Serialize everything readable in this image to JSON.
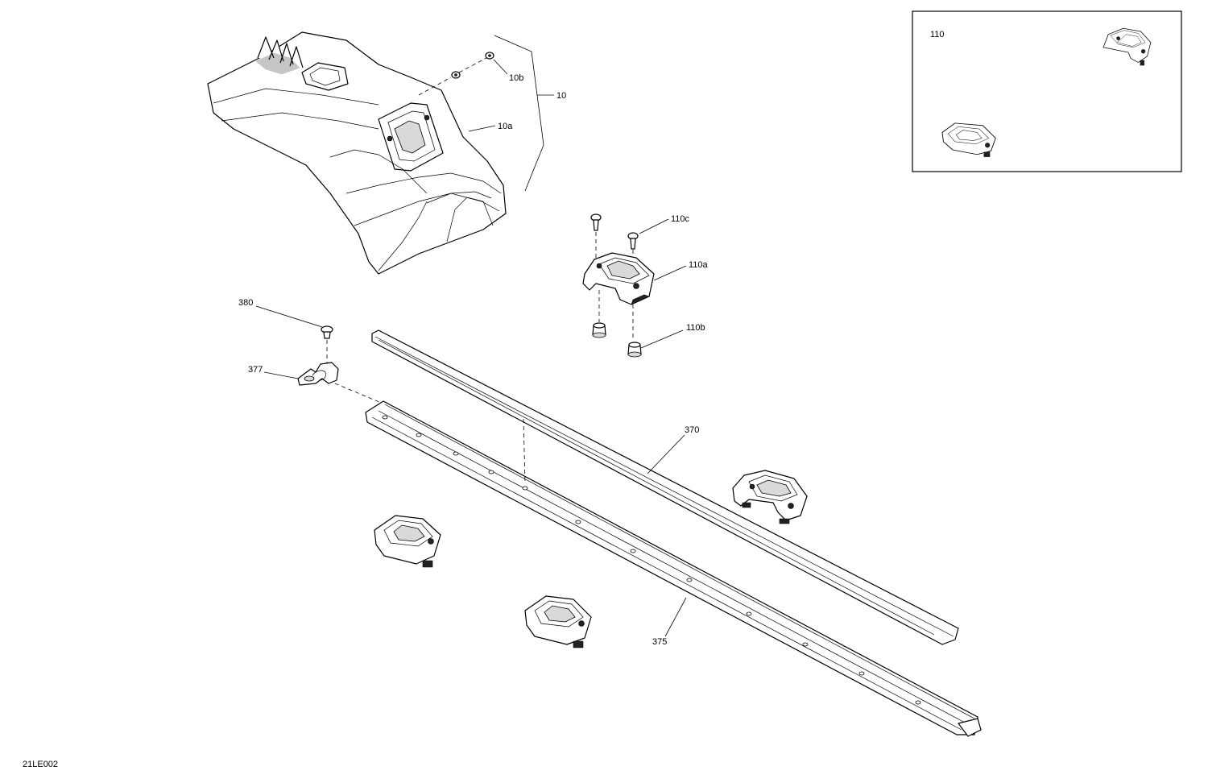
{
  "diagram_code": "21LE002",
  "inset_box": {
    "label": "110"
  },
  "callouts": {
    "c10": "10",
    "c10a": "10a",
    "c10b": "10b",
    "c110a": "110a",
    "c110b": "110b",
    "c110c": "110c",
    "c370": "370",
    "c375": "375",
    "c377": "377",
    "c380": "380"
  }
}
